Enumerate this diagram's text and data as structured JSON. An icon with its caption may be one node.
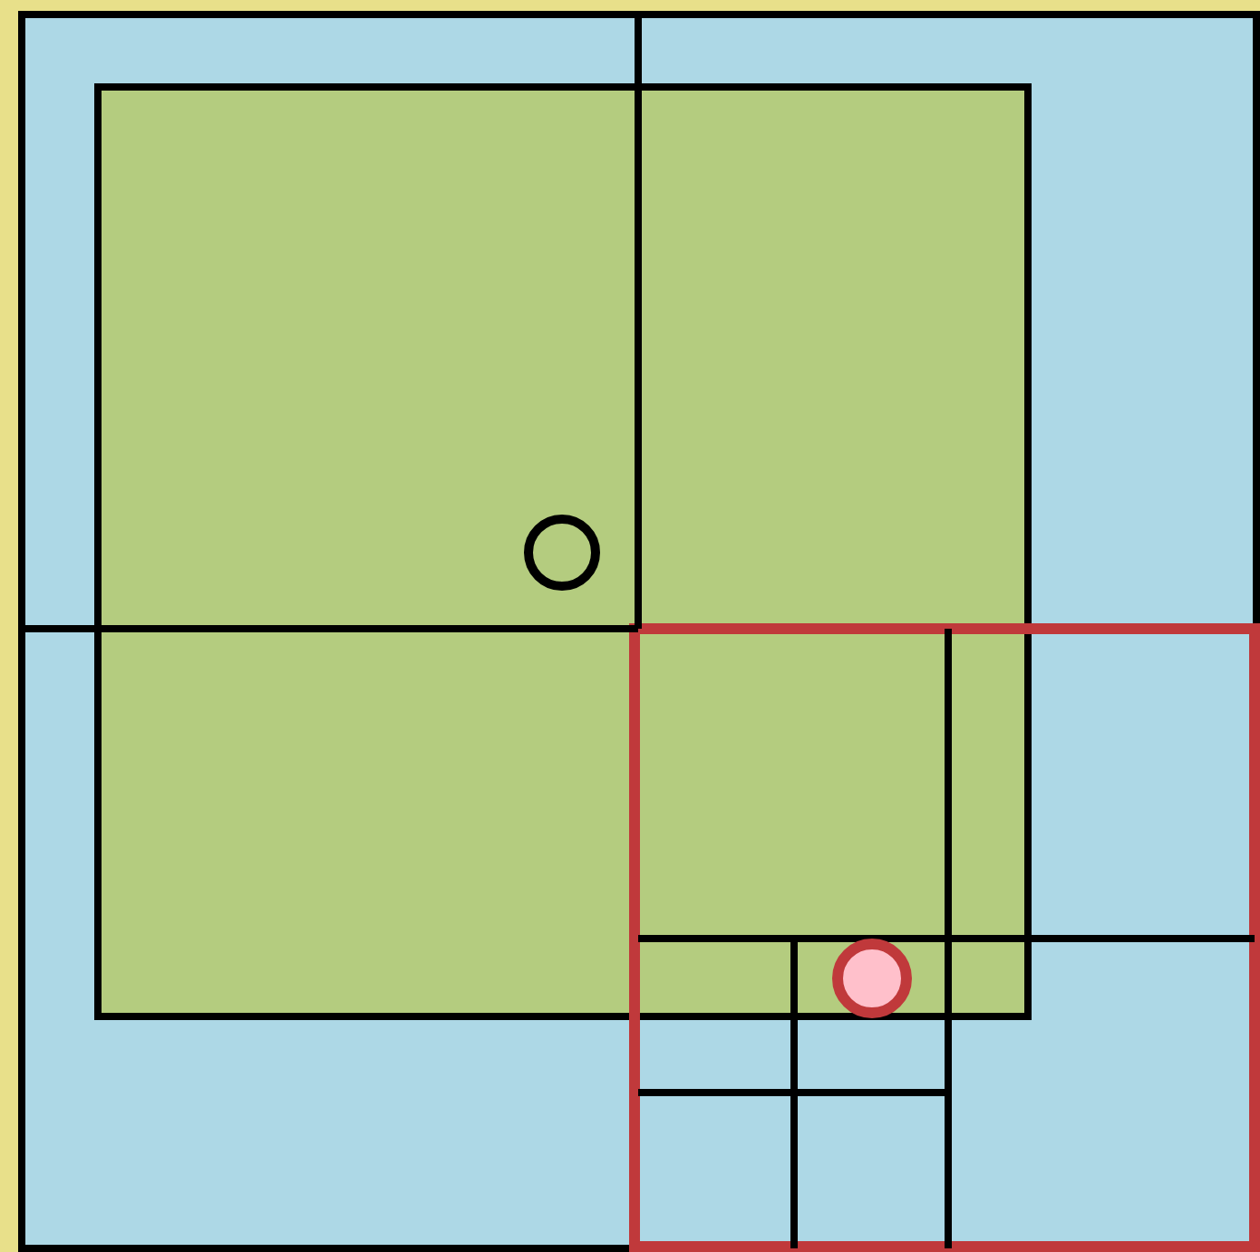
{
  "diagram": {
    "nodes": [
      {
        "text": [],
        "shape": "box"
      },
      {
        "text": [],
        "shape": "box",
        "in": 0
      },
      {
        "text": [],
        "shape": "circle",
        "in": 1
      },
      {
        "text": [],
        "shape": "box",
        "in": 0
      },
      {
        "text": [],
        "shape": "circle"
      }
    ]
  }
}
